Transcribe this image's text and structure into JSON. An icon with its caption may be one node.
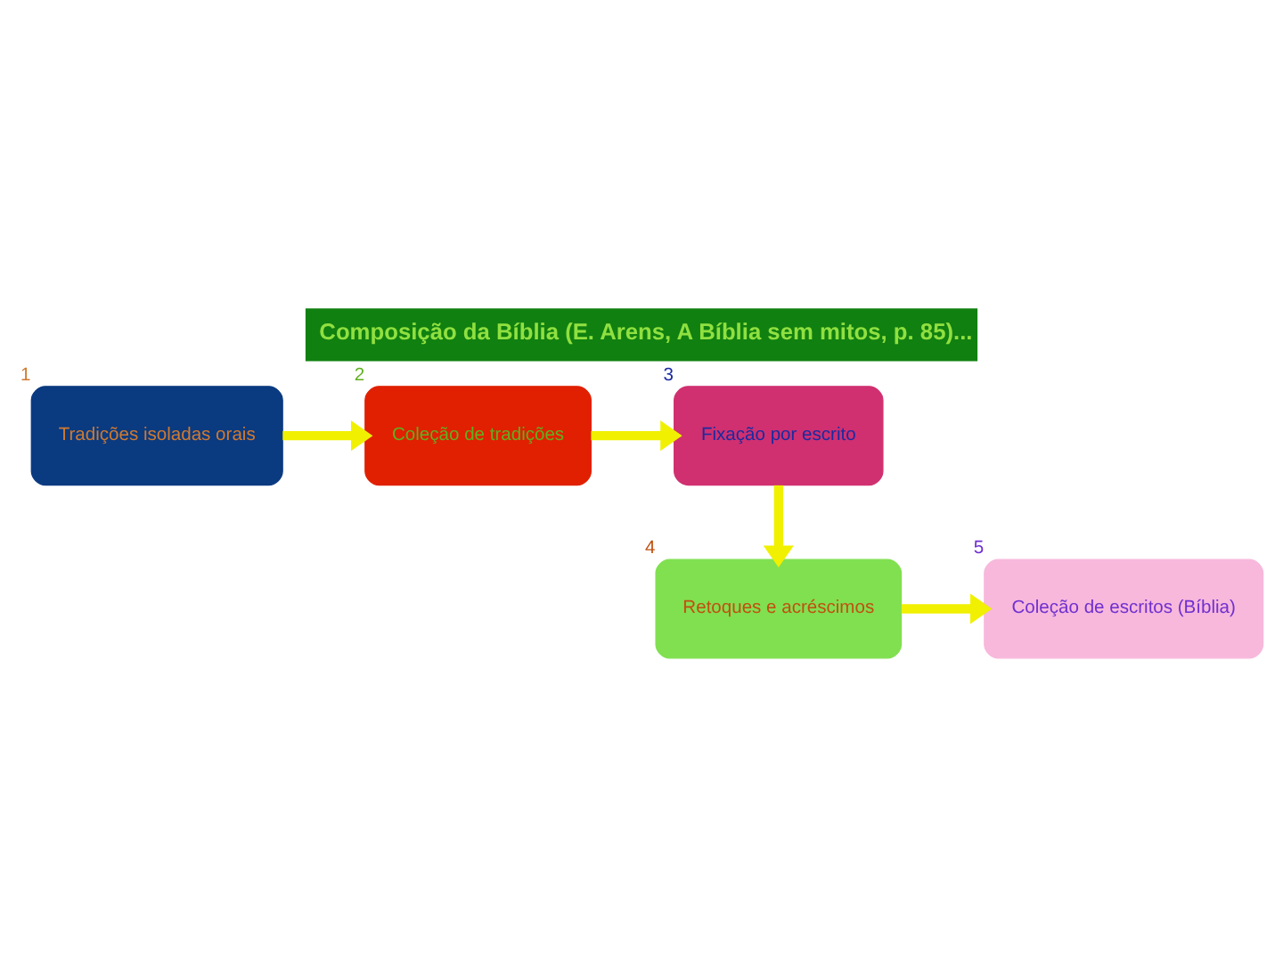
{
  "diagram": {
    "title": "Composição da Bíblia (E. Arens, A Bíblia sem mitos, p. 85)...",
    "nodes": [
      {
        "text": [
          "Tradições isoladas orais"
        ],
        "beside": [
          "1"
        ]
      },
      {
        "text": [
          "Coleção de tradições"
        ],
        "beside": [
          "2"
        ]
      },
      {
        "text": [
          "Fixação por escrito"
        ],
        "beside": [
          "3"
        ]
      },
      {
        "text": [
          "Coleção de escritos (Bíblia)"
        ],
        "beside": [
          "5"
        ]
      },
      {
        "text": [
          "Retoques e acréscimos"
        ],
        "beside": [
          "4"
        ]
      }
    ],
    "edges": [
      {
        "from": 0,
        "to": 1,
        "arrow": "to"
      },
      {
        "from": 1,
        "to": 2,
        "arrow": "to"
      },
      {
        "from": 2,
        "to": 4,
        "arrow": "to"
      },
      {
        "from": 4,
        "to": 3,
        "arrow": "to"
      }
    ]
  }
}
